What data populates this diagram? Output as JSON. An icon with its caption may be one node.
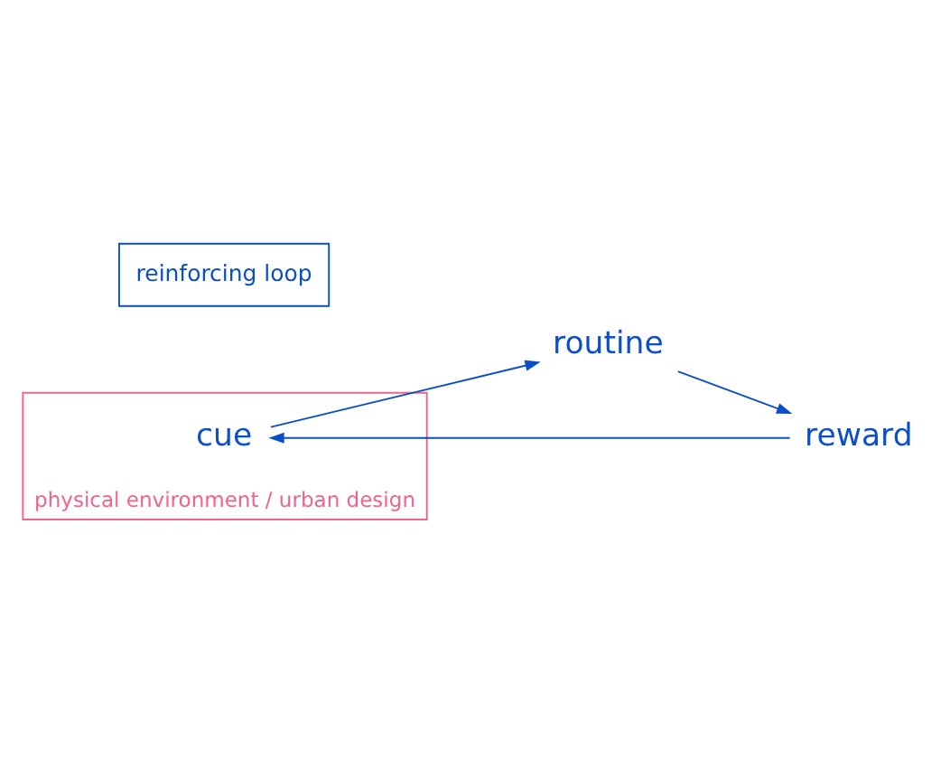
{
  "diagram": {
    "nodes": [
      {
        "text": [
          "physical environment / urban design"
        ]
      },
      {
        "text": [
          "cue"
        ],
        "in": 0
      },
      {
        "text": [
          "routine"
        ]
      },
      {
        "text": [
          "reward"
        ]
      },
      {
        "text": [
          "reinforcing loop"
        ]
      }
    ],
    "edges": [
      {
        "from": 1,
        "to": 2,
        "arrow": "to"
      },
      {
        "from": 2,
        "to": 3,
        "arrow": "to"
      },
      {
        "from": 3,
        "to": 1,
        "arrow": "to"
      }
    ]
  }
}
